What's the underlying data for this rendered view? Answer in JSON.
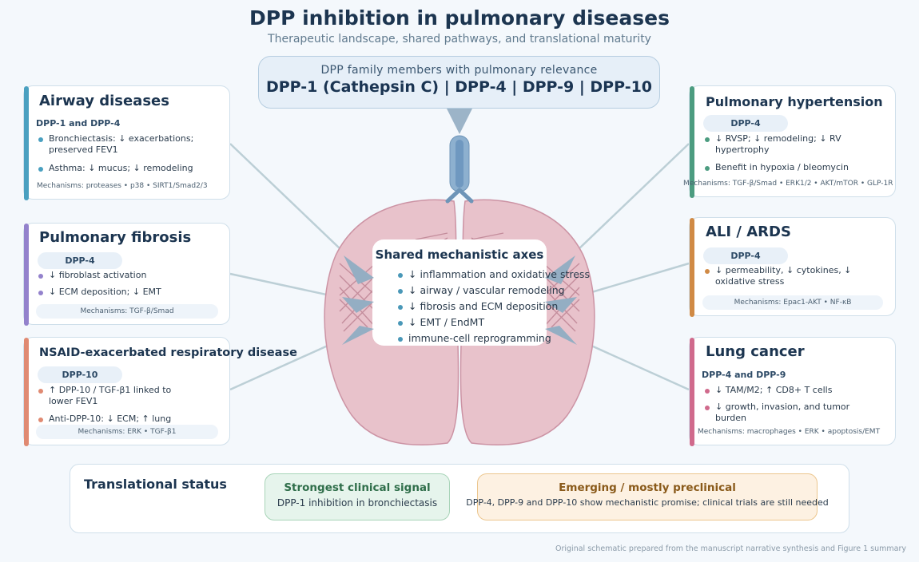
{
  "title": "DPP inhibition in pulmonary diseases",
  "subtitle": "Therapeutic landscape, shared pathways, and translational maturity",
  "family": {
    "label": "DPP family members with pulmonary relevance",
    "members": "DPP-1 (Cathepsin C) | DPP-4 | DPP-9 | DPP-10"
  },
  "center": {
    "title": "Shared mechanistic axes",
    "items": [
      "↓ inflammation and oxidative stress",
      "↓ airway / vascular remodeling",
      "↓ fibrosis and ECM deposition",
      "↓ EMT / EndMT",
      "immune-cell reprogramming"
    ]
  },
  "cards": {
    "airway": {
      "title": "Airway diseases",
      "tag": "DPP-1 and DPP-4",
      "bullets": [
        "Bronchiectasis: ↓ exacerbations; preserved FEV1",
        "Asthma: ↓ mucus; ↓ remodeling"
      ],
      "mechanisms": "Mechanisms: proteases • p38 • SIRT1/Smad2/3",
      "color": "#4aa0c0"
    },
    "fibrosis": {
      "title": "Pulmonary fibrosis",
      "tag": "DPP-4",
      "bullets": [
        "↓ fibroblast activation",
        "↓ ECM deposition; ↓ EMT"
      ],
      "mechanisms": "Mechanisms: TGF-β/Smad",
      "color": "#9382cc"
    },
    "nsaid": {
      "title": "NSAID-exacerbated respiratory disease",
      "tag": "DPP-10",
      "bullets": [
        "↑ DPP-10 / TGF-β1 linked to lower FEV1",
        "Anti-DPP-10: ↓ ECM; ↑ lung"
      ],
      "mechanisms": "Mechanisms: ERK • TGF-β1",
      "color": "#e08a72"
    },
    "ph": {
      "title": "Pulmonary hypertension",
      "tag": "DPP-4",
      "bullets": [
        "↓ RVSP; ↓ remodeling; ↓ RV hypertrophy",
        "Benefit in hypoxia / bleomycin"
      ],
      "mechanisms": "Mechanisms: TGF-β/Smad • ERK1/2 • AKT/mTOR • GLP-1R",
      "color": "#4c9c80"
    },
    "ali": {
      "title": "ALI / ARDS",
      "tag": "DPP-4",
      "bullets": [
        "↓ permeability, ↓ cytokines, ↓ oxidative stress"
      ],
      "mechanisms": "Mechanisms: Epac1-AKT • NF-κB",
      "color": "#d08a45"
    },
    "cancer": {
      "title": "Lung cancer",
      "tag": "DPP-4 and DPP-9",
      "bullets": [
        "↓ TAM/M2; ↑ CD8+ T cells",
        "↓ growth, invasion, and tumor burden"
      ],
      "mechanisms": "Mechanisms: macrophages • ERK • apoptosis/EMT",
      "color": "#d06a8c"
    }
  },
  "status": {
    "title": "Translational status",
    "strong_title": "Strongest clinical signal",
    "strong_text": "DPP-1 inhibition in bronchiectasis",
    "emerging_title": "Emerging / mostly preclinical",
    "emerging_text": "DPP-4, DPP-9 and DPP-10 show mechanistic promise; clinical trials are still needed"
  },
  "footer": "Original schematic prepared from the manuscript narrative synthesis and Figure 1 summary"
}
